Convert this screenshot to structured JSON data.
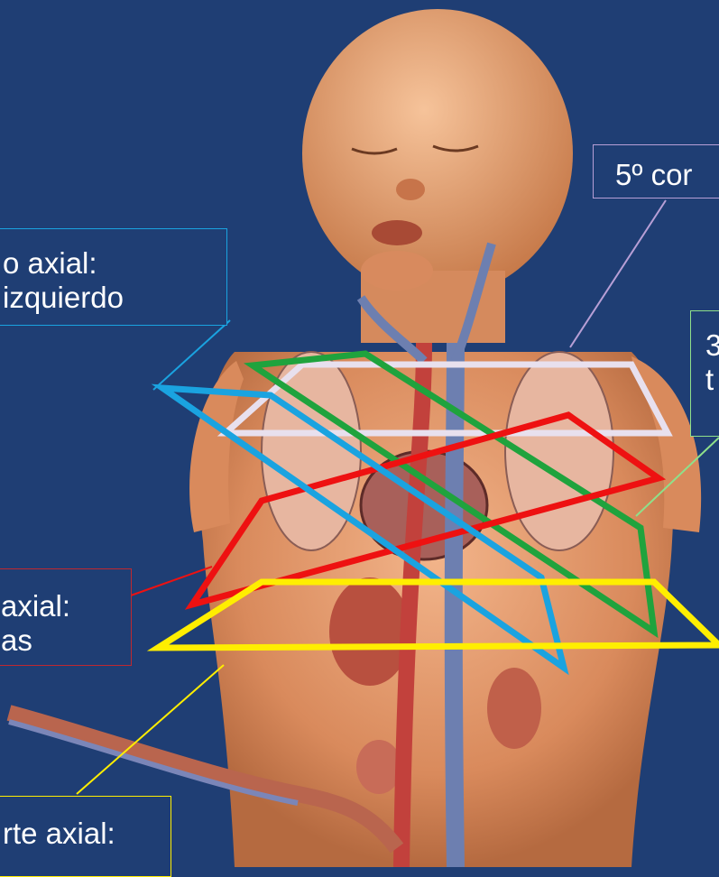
{
  "colors": {
    "background": "#1f3e74",
    "plane_blue": "#1aa3e0",
    "plane_green": "#1fa33d",
    "plane_white": "#e8e0ee",
    "plane_red": "#ee1111",
    "plane_yellow": "#ffee00",
    "plane_navy": "#0b0b66",
    "border_lavender": "#b79fd6",
    "border_light_green": "#8fe08a"
  },
  "labels": {
    "lavender": {
      "line1": "5º cor"
    },
    "blue": {
      "line1": "o axial:",
      "line2": "izquierdo"
    },
    "green": {
      "line1": "3",
      "line2": "t"
    },
    "red": {
      "line1": "axial:",
      "line2": "as"
    },
    "yellow": {
      "line1": "rte axial:"
    }
  }
}
